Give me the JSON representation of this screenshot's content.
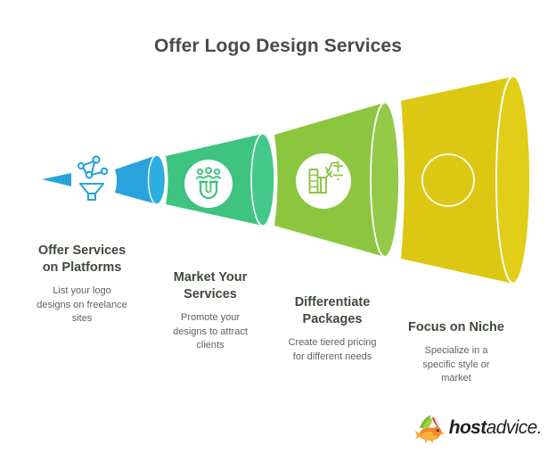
{
  "page": {
    "title": "Offer Logo Design Services",
    "background_color": "#ffffff"
  },
  "funnel": {
    "orientation": "horizontal-left-to-right-expanding",
    "lead_arrow": {
      "name": "flow-arrow",
      "color": "#29A3DC",
      "direction": "left"
    },
    "lead_icon": {
      "name": "network-funnel-icon",
      "color": "#29A3DC"
    },
    "steps": [
      {
        "index": 1,
        "heading": "Offer Services\non Platforms",
        "description": "List your logo\ndesigns on freelance\nsites",
        "color": "#29A3DC",
        "cap_color": "#2EAFE4",
        "icon": "network-funnel-icon",
        "has_icon_badge": false
      },
      {
        "index": 2,
        "heading": "Market Your\nServices",
        "description": "Promote your\ndesigns to attract\nclients",
        "color": "#3FC380",
        "cap_color": "#45C98A",
        "icon": "magnet-audience-icon",
        "has_icon_badge": true
      },
      {
        "index": 3,
        "heading": "Differentiate\nPackages",
        "description": "Create tiered pricing\nfor different needs",
        "color": "#8CC63F",
        "cap_color": "#93CB49",
        "icon": "calculator-chart-icon",
        "has_icon_badge": true
      },
      {
        "index": 4,
        "heading": "Focus on Niche",
        "description": "Specialize in a\nspecific style or\nmarket",
        "color": "#DCC812",
        "cap_color": "#E0CE18",
        "icon": "empty-circle-icon",
        "has_icon_badge": true
      }
    ]
  },
  "brand": {
    "name_bold": "host",
    "name_light": "advice.",
    "logo_icon": "hostadvice-mascot-icon",
    "text_color": "#221f1f"
  },
  "palette": {
    "title_text": "#4a4a4a",
    "heading_text": "#3f4a3c",
    "body_text": "#5d6359",
    "blue": "#29A3DC",
    "green": "#3FC380",
    "chartreuse": "#8CC63F",
    "yellow": "#DCC812"
  }
}
